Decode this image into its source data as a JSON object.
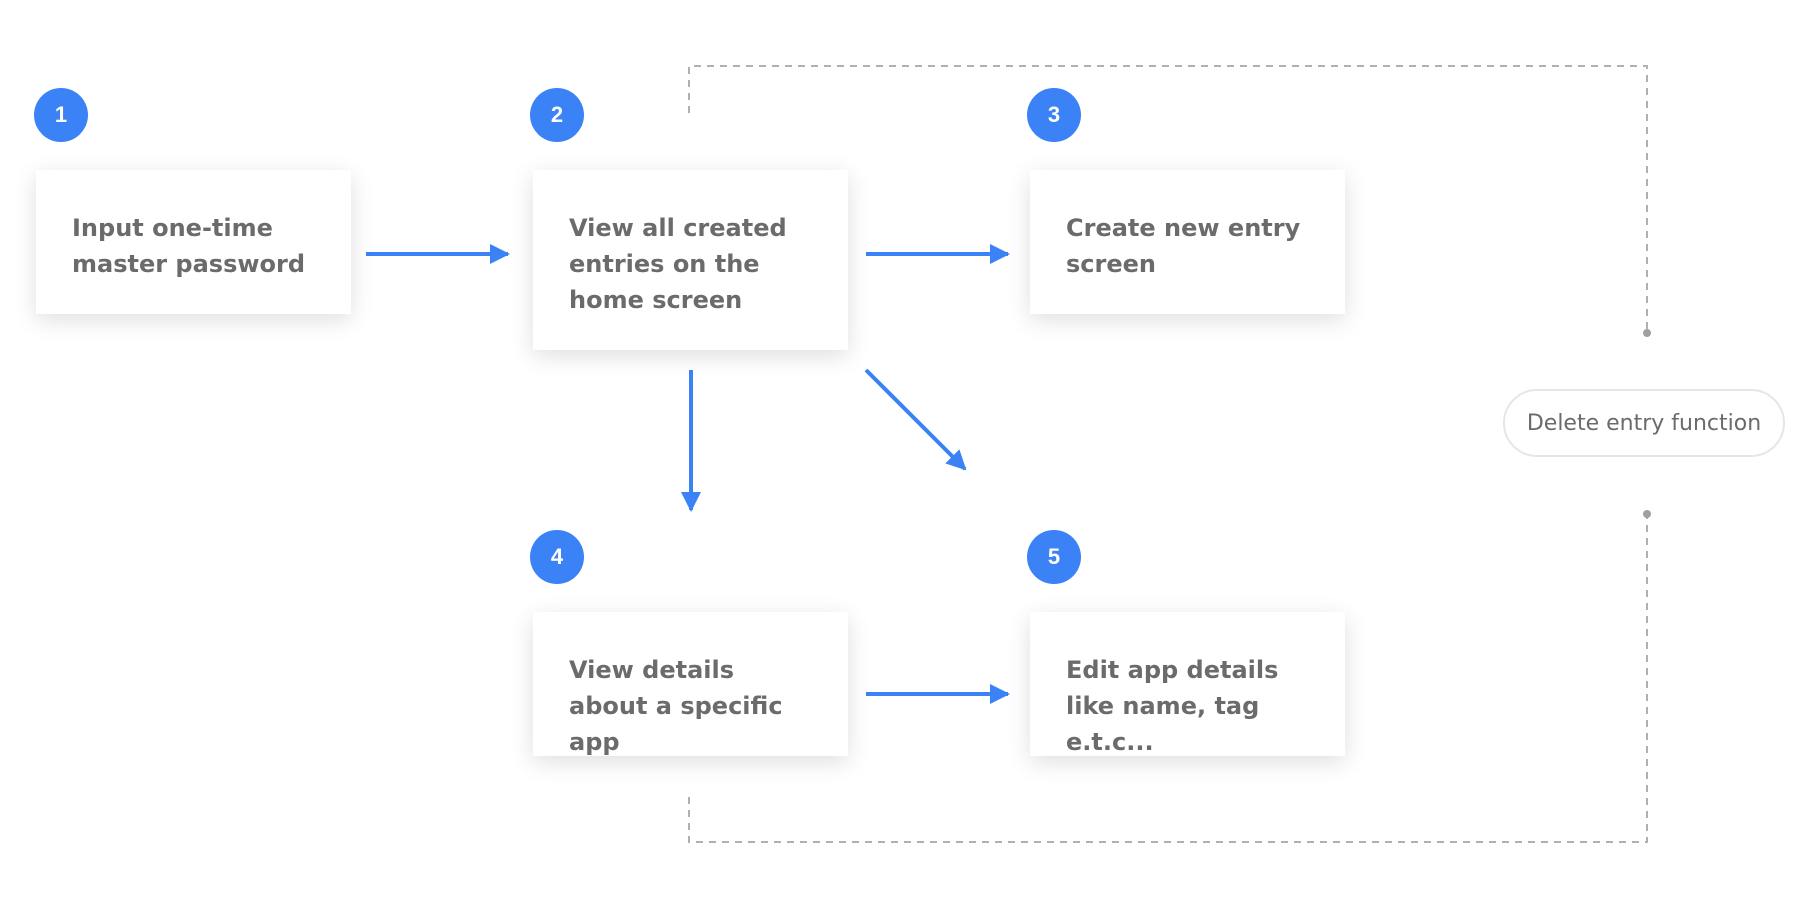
{
  "colors": {
    "accent": "#3b82f6",
    "card_text": "#6b6b6b",
    "dashed_line": "#b0b0b0"
  },
  "steps": [
    {
      "number": "1",
      "label": "Input one-time master password"
    },
    {
      "number": "2",
      "label": "View all created entries on the home screen"
    },
    {
      "number": "3",
      "label": "Create new entry screen"
    },
    {
      "number": "4",
      "label": "View details about a specific app"
    },
    {
      "number": "5",
      "label": "Edit app details like name, tag e.t.c..."
    }
  ],
  "side_function": {
    "label": "Delete entry function"
  }
}
